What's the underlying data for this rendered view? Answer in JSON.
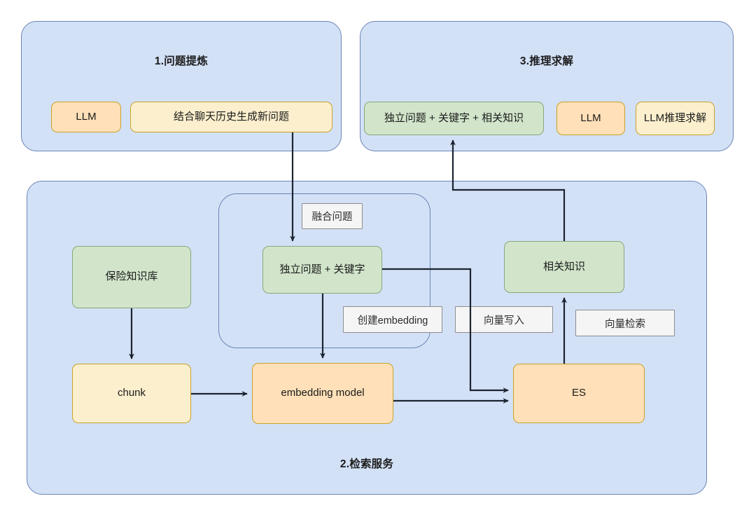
{
  "diagram": {
    "title_stage1": "1.问题提炼",
    "title_stage2": "2.检索服务",
    "title_stage3": "3.推理求解",
    "colors": {
      "panel_fill": "#d3e1f7",
      "panel_stroke": "#6b85b5",
      "green_fill": "#d2e5cb",
      "green_stroke": "#87a878",
      "orange_fill": "#ffe0b8",
      "yellow_fill": "#fbefcd",
      "gold_stroke": "#c9a227",
      "label_fill": "#f5f5f5",
      "label_stroke": "#8c8c8c",
      "edge_stroke": "#1b2430"
    },
    "stage1": {
      "nodes": [
        {
          "id": "llm-1",
          "text": "LLM",
          "style": "orange"
        },
        {
          "id": "gen-new-question",
          "text": "结合聊天历史生成新问题",
          "style": "yellow"
        }
      ]
    },
    "stage3": {
      "nodes": [
        {
          "id": "question-keyword-knowledge",
          "text": "独立问题 + 关键字 + 相关知识",
          "style": "green"
        },
        {
          "id": "llm-3",
          "text": "LLM",
          "style": "orange"
        },
        {
          "id": "llm-reasoning",
          "text": "LLM推理求解",
          "style": "yellow"
        }
      ]
    },
    "stage2": {
      "nodes": [
        {
          "id": "insurance-kb",
          "text": "保险知识库",
          "style": "green"
        },
        {
          "id": "independent-question-keyword",
          "text": "独立问题 + 关键字",
          "style": "green"
        },
        {
          "id": "related-knowledge",
          "text": "相关知识",
          "style": "green"
        },
        {
          "id": "chunk",
          "text": "chunk",
          "style": "yellow"
        },
        {
          "id": "embedding-model",
          "text": "embedding  model",
          "style": "orange"
        },
        {
          "id": "es",
          "text": "ES",
          "style": "orange"
        }
      ],
      "edge_labels": [
        {
          "id": "merge-question",
          "text": "融合问题"
        },
        {
          "id": "create-embedding",
          "text": "创建embedding"
        },
        {
          "id": "vector-write",
          "text": "向量写入"
        },
        {
          "id": "vector-search",
          "text": "向量检索"
        }
      ]
    },
    "edges": [
      {
        "from": "gen-new-question",
        "to": "independent-question-keyword",
        "label": "融合问题"
      },
      {
        "from": "insurance-kb",
        "to": "chunk",
        "label": ""
      },
      {
        "from": "chunk",
        "to": "embedding-model",
        "label": ""
      },
      {
        "from": "independent-question-keyword",
        "to": "embedding-model",
        "label": "创建embedding"
      },
      {
        "from": "independent-question-keyword",
        "to": "es",
        "label": "向量写入"
      },
      {
        "from": "embedding-model",
        "to": "es",
        "label": ""
      },
      {
        "from": "es",
        "to": "related-knowledge",
        "label": "向量检索"
      },
      {
        "from": "related-knowledge",
        "to": "question-keyword-knowledge",
        "label": ""
      }
    ]
  }
}
